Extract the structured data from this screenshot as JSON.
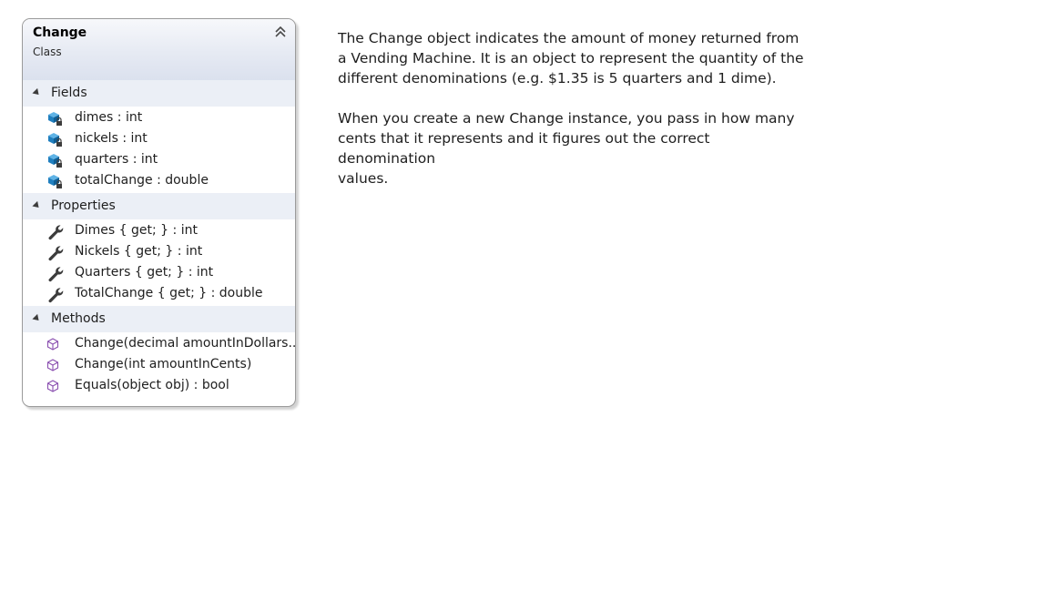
{
  "class": {
    "name": "Change",
    "kind": "Class",
    "sections": {
      "fields": {
        "label": "Fields",
        "items": [
          "dimes : int",
          "nickels : int",
          "quarters : int",
          "totalChange : double"
        ]
      },
      "properties": {
        "label": "Properties",
        "items": [
          "Dimes { get; } : int",
          "Nickels { get; } : int",
          "Quarters { get; } : int",
          "TotalChange { get; } : double"
        ]
      },
      "methods": {
        "label": "Methods",
        "items": [
          "Change(decimal amountInDollars...",
          "Change(int amountInCents)",
          "Equals(object obj) : bool"
        ]
      }
    }
  },
  "description": {
    "paragraph1": "The Change object indicates the amount of money returned from\na Vending Machine. It is an object to represent the quantity of the\ndifferent denominations (e.g. $1.35 is 5 quarters and 1 dime).",
    "paragraph2": "When you create a new Change instance, you pass in how many\ncents that it represents and it figures out the correct denomination\nvalues."
  },
  "colors": {
    "field_icon": "#1f7fbf",
    "property_icon": "#3c3c3c",
    "method_icon": "#8a4fb0",
    "header_gradient": "#dbe1ee"
  }
}
